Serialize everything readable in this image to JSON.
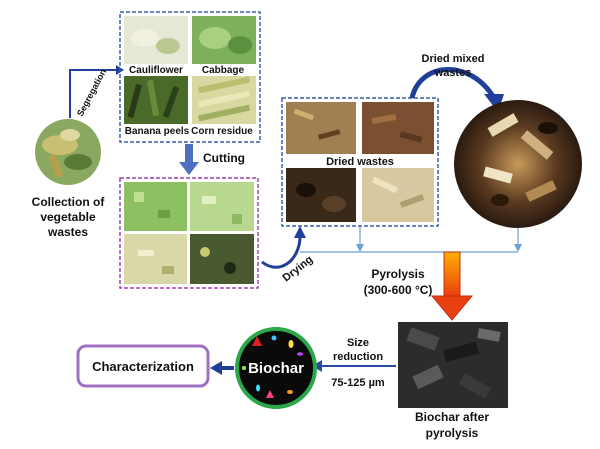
{
  "collection": {
    "line1": "Collection of",
    "line2": "vegetable",
    "line3": "wastes"
  },
  "segregation": "Segregation",
  "vegetables": [
    "Cauliflower",
    "Cabbage",
    "Banana peels",
    "Corn residue"
  ],
  "cutting": "Cutting",
  "drying": "Drying",
  "dried_wastes": "Dried wastes",
  "dried_mixed": {
    "line1": "Dried mixed",
    "line2": "wastes"
  },
  "pyrolysis": {
    "line1": "Pyrolysis",
    "line2": "(300-600 °C)"
  },
  "biochar_after": {
    "line1": "Biochar after",
    "line2": "pyrolysis"
  },
  "size_reduction": {
    "line1": "Size",
    "line2": "reduction",
    "line3": "75-125 µm"
  },
  "biochar": "Biochar",
  "characterization": "Characterization",
  "colors": {
    "blue_frame": "#3a5fa8",
    "magenta_frame": "#a040b0",
    "arrow_blue": "#1f3f9a",
    "biochar_ring": "#2aa84a",
    "char_box": "#a070c0",
    "pyro_arrow": "#e84010"
  }
}
